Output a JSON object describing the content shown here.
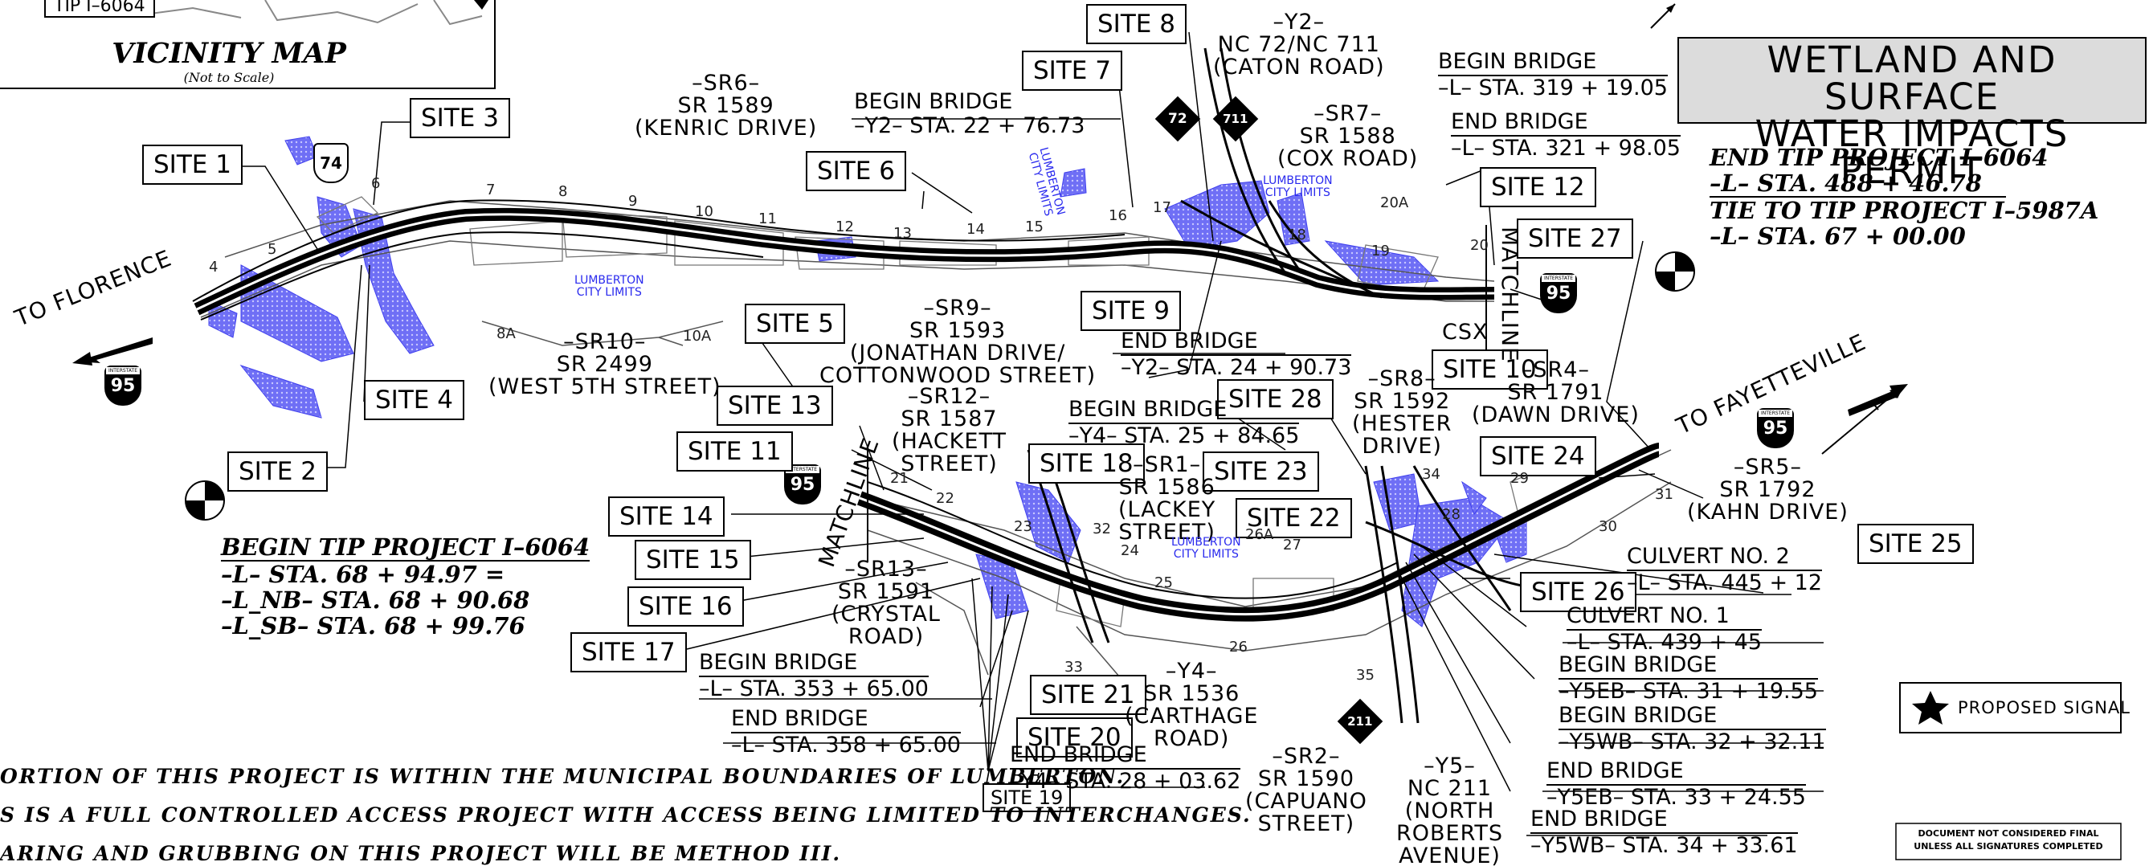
{
  "header": {
    "tip_tag": "TIP I–6064",
    "vicinity_title": "VICINITY  MAP",
    "vicinity_sub": "(Not to  Scale)",
    "permit_title_1": "WETLAND  AND  SURFACE",
    "permit_title_2": "WATER  IMPACTS  PERMIT"
  },
  "directions": {
    "to_florence": "TO  FLORENCE",
    "to_fayetteville": "TO  FAYETTEVILLE"
  },
  "sites": {
    "s1": "SITE 1",
    "s2": "SITE 2",
    "s3": "SITE 3",
    "s4": "SITE 4",
    "s5": "SITE 5",
    "s6": "SITE 6",
    "s7": "SITE 7",
    "s8": "SITE 8",
    "s9": "SITE 9",
    "s10": "SITE 10",
    "s11": "SITE 11",
    "s12": "SITE 12",
    "s13": "SITE 13",
    "s14": "SITE 14",
    "s15": "SITE 15",
    "s16": "SITE 16",
    "s17": "SITE 17",
    "s18": "SITE 18",
    "s19": "SITE 19",
    "s20": "SITE 20",
    "s21": "SITE 21",
    "s22": "SITE 22",
    "s23": "SITE 23",
    "s24": "SITE 24",
    "s25": "SITE 25",
    "s26": "SITE 26",
    "s27": "SITE 27",
    "s28": "SITE 28"
  },
  "roads": {
    "sr6": [
      "–SR6–",
      "SR 1589",
      "(KENRIC  DRIVE)"
    ],
    "y2": [
      "–Y2–",
      "NC  72/NC  711",
      "(CATON  ROAD)"
    ],
    "sr7": [
      "–SR7–",
      "SR 1588",
      "(COX  ROAD)"
    ],
    "sr9": [
      "–SR9–",
      "SR 1593",
      "(JONATHAN  DRIVE/",
      "COTTONWOOD  STREET)"
    ],
    "sr10": [
      "–SR10–",
      "SR 2499",
      "(WEST 5TH  STREET)"
    ],
    "sr12": [
      "–SR12–",
      "SR 1587",
      "(HACKETT",
      "STREET)"
    ],
    "sr1": [
      "–SR1–",
      "SR 1586",
      "(LACKEY",
      "STREET)"
    ],
    "sr8": [
      "–SR8–",
      "SR 1592",
      "(HESTER",
      "DRIVE)"
    ],
    "sr4": [
      "–SR4–",
      "SR 1791",
      "(DAWN  DRIVE)"
    ],
    "sr5": [
      "–SR5–",
      "SR 1792",
      "(KAHN  DRIVE)"
    ],
    "sr13": [
      "–SR13–",
      "SR 1591",
      "(CRYSTAL",
      "ROAD)"
    ],
    "y4": [
      "–Y4–",
      "SR 1536",
      "(CARTHAGE",
      "ROAD)"
    ],
    "sr2": [
      "–SR2–",
      "SR 1590",
      "(CAPUANO",
      "STREET)"
    ],
    "y5": [
      "–Y5–",
      "NC  211",
      "(NORTH",
      "ROBERTS",
      "AVENUE)"
    ],
    "csx": "CSX",
    "matchline_1": "MATCHLINE",
    "matchline_2": "MATCHLINE"
  },
  "stations": {
    "bb_y2": [
      "BEGIN  BRIDGE",
      "–Y2–  STA. 22 + 76.73"
    ],
    "bb_l_top": [
      "BEGIN  BRIDGE",
      "–L–  STA. 319 + 19.05"
    ],
    "eb_l_top": [
      "END  BRIDGE",
      "–L–  STA. 321 + 98.05"
    ],
    "eb_y2": [
      "END  BRIDGE",
      "–Y2–  STA. 24 + 90.73"
    ],
    "bb_y4": [
      "BEGIN  BRIDGE",
      "–Y4–  STA. 25 + 84.65"
    ],
    "bb_l_353": [
      "BEGIN  BRIDGE",
      "–L–  STA. 353 + 65.00"
    ],
    "eb_l_358": [
      "END  BRIDGE",
      "–L–  STA. 358 + 65.00"
    ],
    "eb_y4": [
      "END  BRIDGE",
      "–Y4–  STA. 28 + 03.62"
    ],
    "culv2": [
      "CULVERT  NO. 2",
      "–L–  STA. 445 + 12"
    ],
    "culv1": [
      "CULVERT  NO. 1",
      "–L–  STA. 439 + 45"
    ],
    "bb_y5eb": [
      "BEGIN  BRIDGE",
      "–Y5EB–  STA. 31 + 19.55"
    ],
    "bb_y5wb": [
      "BEGIN  BRIDGE",
      "–Y5WB–  STA. 32 + 32.11"
    ],
    "eb_y5eb": [
      "END  BRIDGE",
      "–Y5EB–  STA. 33 + 24.55"
    ],
    "eb_y5wb": [
      "END  BRIDGE",
      "–Y5WB–  STA. 34 + 33.61"
    ]
  },
  "project": {
    "begin": [
      "BEGIN  TIP  PROJECT  I–6064",
      "–L–  STA. 68 + 94.97  =",
      "–L_NB–  STA. 68 + 90.68",
      "–L_SB–  STA. 68 + 99.76"
    ],
    "end": [
      "END  TIP  PROJECT  I–6064",
      "–L–  STA. 488 + 46.78"
    ],
    "tie": [
      "TIE  TO  TIP  PROJECT  I–5987A",
      "–L–  STA. 67 + 00.00"
    ]
  },
  "city_limits": {
    "a": [
      "LUMBERTON",
      "CITY  LIMITS"
    ],
    "b": [
      "LUMBERTON",
      "CITY LIMITS"
    ],
    "c": [
      "LUMBERTON",
      "CITY  LIMITS"
    ],
    "d": [
      "LUMBERTON",
      "CITY  LIMITS"
    ]
  },
  "shields": {
    "us74": "74",
    "nc72": "72",
    "nc711": "711",
    "nc211": "211",
    "interstate": "INTERSTATE",
    "i95": "95"
  },
  "stations_numbers": [
    "4",
    "5",
    "6",
    "7",
    "8",
    "9",
    "10",
    "10A",
    "11",
    "12",
    "13",
    "14",
    "15",
    "16",
    "17",
    "18",
    "19",
    "20",
    "20A",
    "8A",
    "21",
    "22",
    "23",
    "24",
    "25",
    "26",
    "26A",
    "27",
    "28",
    "29",
    "30",
    "31",
    "32",
    "33",
    "34",
    "35"
  ],
  "legend": {
    "signal_label": "PROPOSED  SIGNAL",
    "disclaimer_1": "DOCUMENT NOT CONSIDERED FINAL",
    "disclaimer_2": "UNLESS ALL SIGNATURES COMPLETED"
  },
  "notes": {
    "n1": "ORTION  OF  THIS  PROJECT  IS  WITHIN  THE  MUNICIPAL  BOUNDARIES  OF  LUMBERTON.",
    "n2": "S  IS  A  FULL  CONTROLLED  ACCESS  PROJECT  WITH  ACCESS  BEING  LIMITED  TO  INTERCHANGES.",
    "n3": "ARING  AND  GRUBBING  ON  THIS  PROJECT  WILL  BE  METHOD  III."
  },
  "colors": {
    "wetland": "#3a3aee",
    "title_fill": "#dcdcdc",
    "ink": "#000000"
  }
}
